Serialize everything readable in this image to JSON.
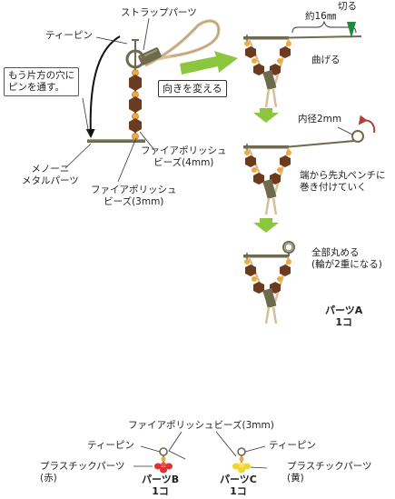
{
  "colors": {
    "bead_brown": "#6b3a1f",
    "bead_orange": "#f2a83a",
    "pin": "#6e6a4e",
    "cord": "#d6bf97",
    "arrow_green": "#8cc63f",
    "curl_red": "#b0413e",
    "flag_green": "#1e8a3a",
    "plastic_red": "#e03030",
    "plastic_yellow": "#f2d52b"
  },
  "left": {
    "strap_parts": "ストラップパーツ",
    "t_pin": "ティーピン",
    "pass_pin_line1": "もう片方の穴に",
    "pass_pin_line2": "ピンを通す。",
    "change_direction": "向きを変える",
    "fire_polish_4_line1": "ファイアポリッシュ",
    "fire_polish_4_line2": "ビーズ(4mm)",
    "menoni_line1": "メノーニ",
    "menoni_line2": "メタルパーツ",
    "fire_polish_3_line1": "ファイアポリッシュ",
    "fire_polish_3_line2": "ビーズ(3mm)"
  },
  "right": {
    "about_16mm": "約16㎜",
    "cut": "切る",
    "bend": "曲げる",
    "inner_diameter": "内径2mm",
    "wind_line1": "端から先丸ペンチに",
    "wind_line2": "巻き付けていく",
    "round_all_line1": "全部丸める",
    "round_all_line2": "(輪が2重になる)",
    "part_a_line1": "パーツA",
    "part_a_line2": "1コ"
  },
  "bottom": {
    "fire_polish_3": "ファイアポリッシュビーズ(3mm)",
    "t_pin_left": "ティーピン",
    "t_pin_right": "ティーピン",
    "plastic_left_line1": "プラスチックパーツ",
    "plastic_left_line2": "(赤)",
    "plastic_right_line1": "プラスチックパーツ",
    "plastic_right_line2": "(黄)",
    "part_b_line1": "パーツB",
    "part_b_line2": "1コ",
    "part_c_line1": "パーツC",
    "part_c_line2": "1コ"
  }
}
